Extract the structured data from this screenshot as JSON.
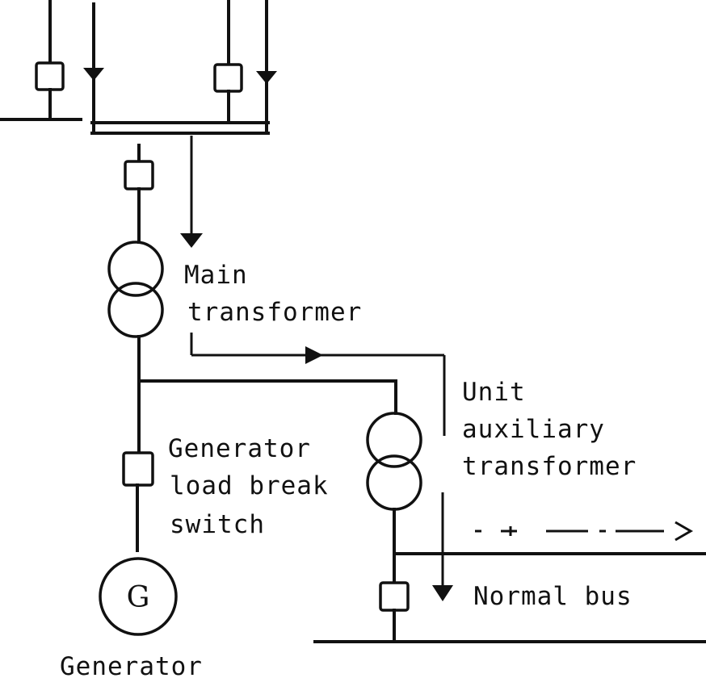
{
  "labels": {
    "main_transformer": [
      "Main",
      "transformer"
    ],
    "unit_aux_transformer": [
      "Unit",
      "auxiliary",
      "transformer"
    ],
    "gen_switch": [
      "Generator",
      "load break",
      "switch"
    ],
    "generator_caption": "Generator",
    "generator_symbol": "G",
    "normal_bus": "Normal bus"
  }
}
